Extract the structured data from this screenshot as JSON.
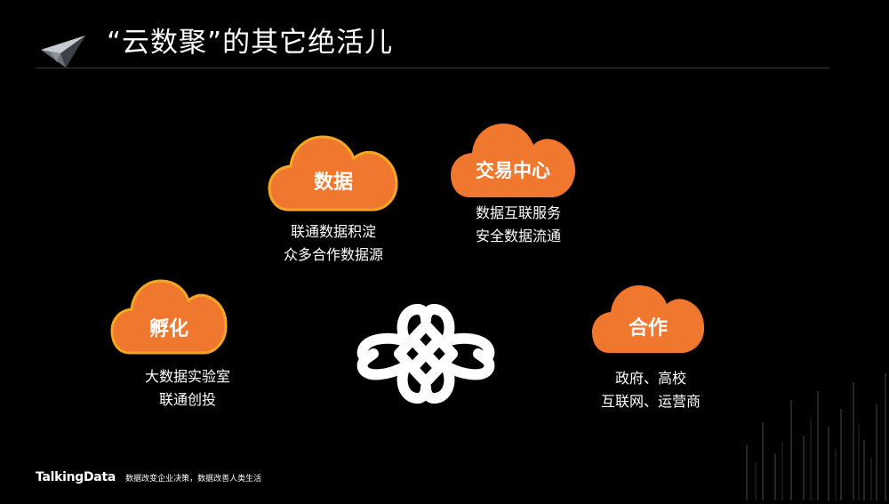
{
  "slide": {
    "title": "“云数聚”的其它绝活儿"
  },
  "clouds": [
    {
      "id": "data",
      "label": "数据",
      "desc": [
        "联通数据积淀",
        "众多合作数据源"
      ]
    },
    {
      "id": "exchange",
      "label": "交易中心",
      "desc": [
        "数据互联服务",
        "安全数据流通"
      ]
    },
    {
      "id": "incubate",
      "label": "孵化",
      "desc": [
        "大数据实验室",
        "联通创投"
      ]
    },
    {
      "id": "partner",
      "label": "合作",
      "desc": [
        "政府、高校",
        "互联网、运营商"
      ]
    }
  ],
  "footer": {
    "brand": "TalkingData",
    "tagline": "数据改变企业决策，数据改善人类生活"
  },
  "colors": {
    "cloud_fill": "#F0782E",
    "cloud_outline": "#F5A623",
    "background": "#000000",
    "text": "#FFFFFF"
  },
  "icons": {
    "center": "china-unicom-knot-icon",
    "title": "paper-plane-logo-icon"
  }
}
